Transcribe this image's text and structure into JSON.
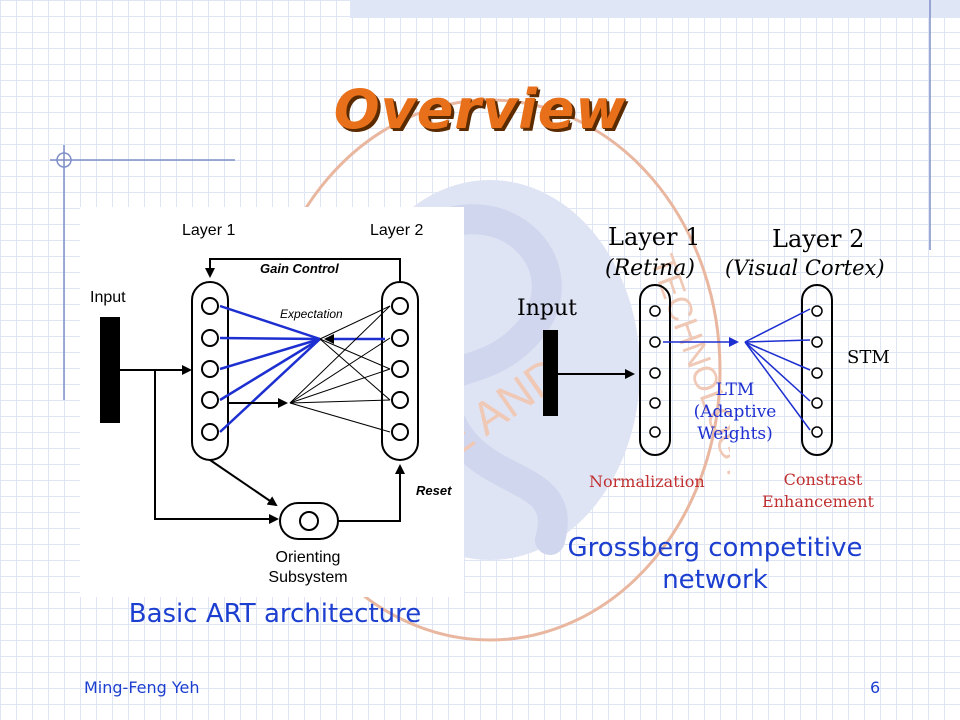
{
  "title": "Overview",
  "art_diagram": {
    "layer1_label": "Layer 1",
    "layer2_label": "Layer 2",
    "input_label": "Input",
    "gain_control_label": "Gain Control",
    "expectation_label": "Expectation",
    "reset_label": "Reset",
    "orienting_label_line1": "Orienting",
    "orienting_label_line2": "Subsystem",
    "caption": "Basic ART architecture"
  },
  "grossberg_diagram": {
    "layer1_label": "Layer 1",
    "layer1_sub": "(Retina)",
    "layer2_label": "Layer 2",
    "layer2_sub": "(Visual Cortex)",
    "input_label": "Input",
    "stm_label": "STM",
    "ltm_line1": "LTM",
    "ltm_line2": "(Adaptive",
    "ltm_line3": "Weights)",
    "normalization_label": "Normalization",
    "contrast_line1": "Constrast",
    "contrast_line2": "Enhancement",
    "caption_line1": "Grossberg competitive",
    "caption_line2": "network"
  },
  "footer": {
    "author": "Ming-Feng Yeh",
    "page_number": "6"
  },
  "colors": {
    "title": "#e8701a",
    "accent_blue": "#1c3fd0",
    "diagram_blue": "#1d2fd0",
    "label_red": "#c03030"
  }
}
